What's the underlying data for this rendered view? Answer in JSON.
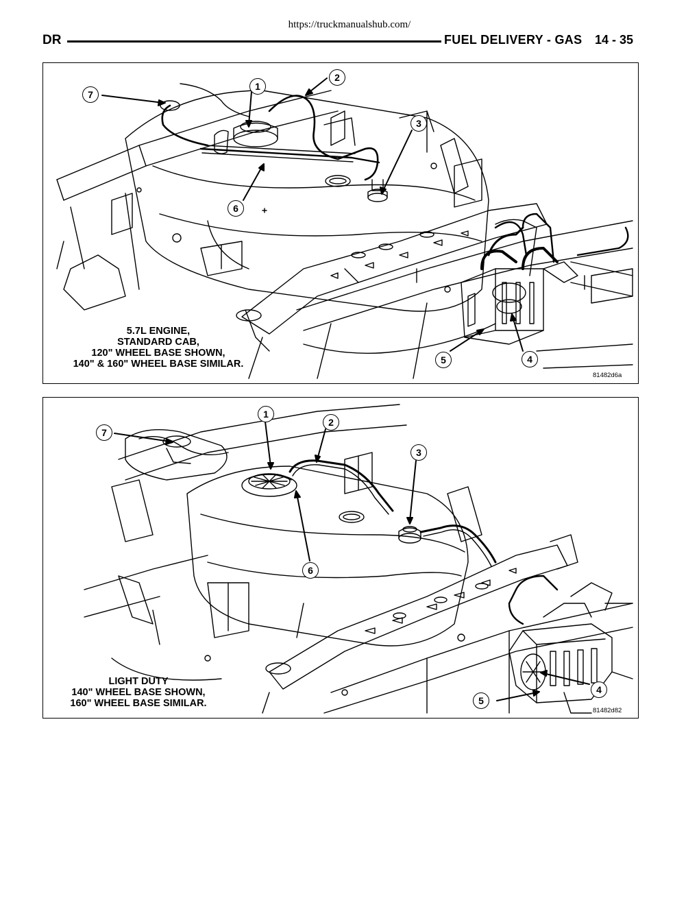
{
  "header": {
    "url": "https://truckmanualshub.com/",
    "section": "DR",
    "title": "FUEL DELIVERY - GAS",
    "page": "14 - 35"
  },
  "figures": [
    {
      "callouts": [
        "1",
        "2",
        "3",
        "4",
        "5",
        "6",
        "7"
      ],
      "caption": [
        "5.7L ENGINE,",
        "STANDARD CAB,",
        "120\" WHEEL BASE SHOWN,",
        "140\" & 160\" WHEEL BASE SIMILAR."
      ],
      "figure_id": "81482d6a"
    },
    {
      "callouts": [
        "1",
        "2",
        "3",
        "4",
        "5",
        "6",
        "7"
      ],
      "caption": [
        "LIGHT DUTY",
        "140\" WHEEL BASE SHOWN,",
        "160\" WHEEL BASE SIMILAR."
      ],
      "figure_id": "81482d82"
    }
  ]
}
